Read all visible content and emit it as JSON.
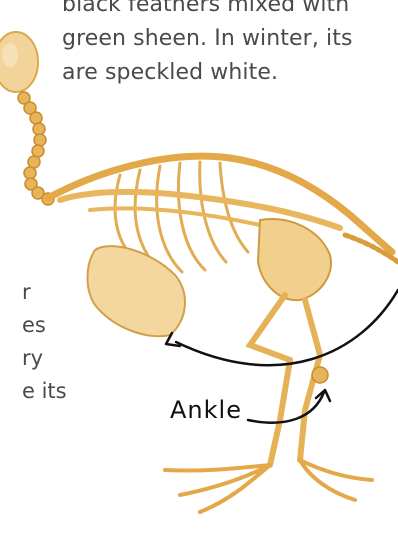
{
  "caption_top": {
    "lines": [
      "black feathers mixed with",
      "green sheen. In winter, its",
      "are speckled white."
    ]
  },
  "caption_left": {
    "lines": [
      "r",
      "es",
      "ry",
      "e its"
    ]
  },
  "annotation": {
    "label": "Ankle"
  },
  "colors": {
    "bone": "#e9b760",
    "bone_dark": "#c98c2c",
    "text": "#4a4a4a",
    "arrow": "#111111"
  }
}
